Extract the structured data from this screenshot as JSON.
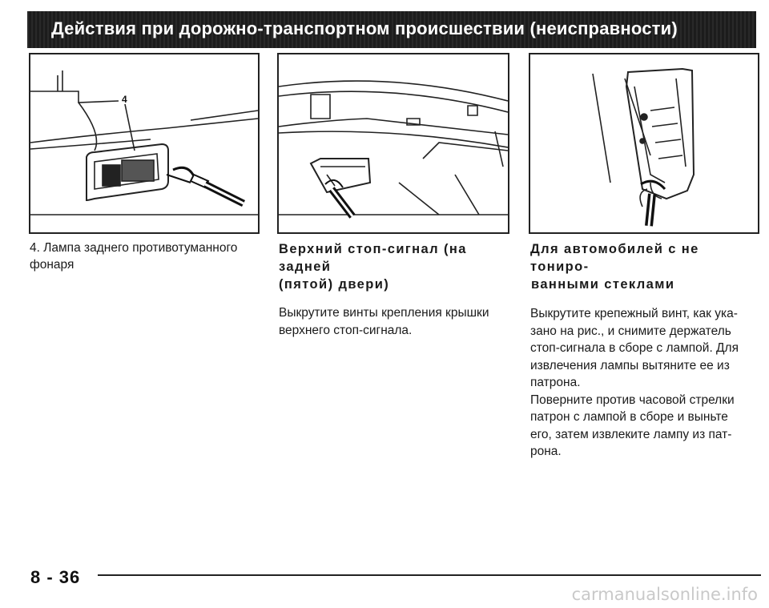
{
  "header": {
    "title": "Действия при дорожно-транспортном происшествии (неисправности)"
  },
  "figures": {
    "fig1": {
      "callout": "4"
    }
  },
  "columns": {
    "col1": {
      "caption_lines": [
        "4. Лампа заднего противотуманного",
        "фонаря"
      ]
    },
    "col2": {
      "heading_lines": [
        "Верхний стоп-сигнал (на задней",
        "(пятой) двери)"
      ],
      "body_lines": [
        "Выкрутите винты крепления крышки",
        "верхнего стоп-сигнала."
      ]
    },
    "col3": {
      "heading_lines": [
        "Для автомобилей с не тониро-",
        "ванными стеклами"
      ],
      "body_lines": [
        "Выкрутите крепежный винт, как ука-",
        "зано на рис., и снимите держатель",
        "стоп-сигнала в сборе с лампой. Для",
        "извлечения лампы вытяните ее из",
        "патрона.",
        "Поверните против часовой стрелки",
        "патрон с лампой в сборе и выньте",
        "его, затем извлеките лампу из пат-",
        "рона."
      ]
    }
  },
  "footer": {
    "page_number": "8 - 36"
  },
  "watermark": {
    "text": "carmanualsonline.info"
  }
}
